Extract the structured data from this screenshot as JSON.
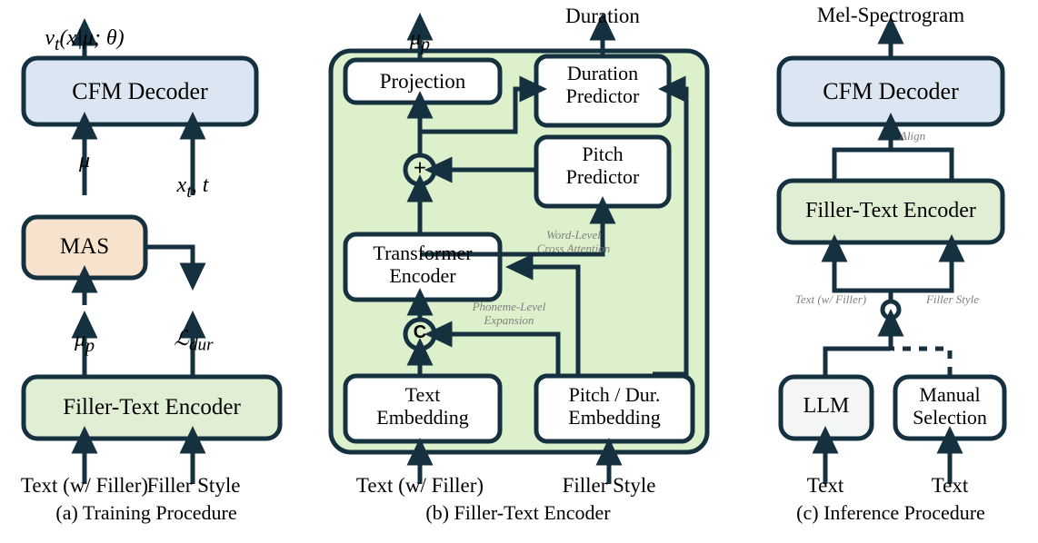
{
  "figure": {
    "title": "Filler-Text Encoder TTS architecture diagram",
    "colors": {
      "stroke": "#15303f",
      "decoder_fill": "#dce6f2",
      "mas_fill": "#f7e2cd",
      "encoder_fill": "#e0efd3",
      "panel_fill": "#dcf0cb",
      "plain_fill": "#ffffff",
      "llm_fill": "#f4f5f5",
      "annotation_text": "#808080",
      "text": "#000000"
    }
  },
  "panel_a": {
    "caption": "(a) Training Procedure",
    "boxes": {
      "cfm_decoder": "CFM Decoder",
      "mas": "MAS",
      "filler_text_encoder": "Filler-Text Encoder"
    },
    "labels": {
      "output": "vₜ(x|μ; θ)",
      "mu": "μ",
      "xt_t": "xₜ, t",
      "mu_p": "μₚ",
      "l_dur": "ℒ_dur",
      "input_text": "Text (w/ Filler)",
      "input_style": "Filler Style"
    }
  },
  "panel_b": {
    "caption": "(b) Filler-Text Encoder",
    "boxes": {
      "projection": "Projection",
      "duration_predictor": "Duration\nPredictor",
      "pitch_predictor": "Pitch\nPredictor",
      "transformer_encoder": "Transformer\nEncoder",
      "text_embedding": "Text\nEmbedding",
      "pitch_dur_embedding": "Pitch / Dur.\nEmbedding"
    },
    "nodes": {
      "add": "+",
      "concat": "C"
    },
    "labels": {
      "out_mu_p": "μₚ",
      "out_duration": "Duration",
      "input_text": "Text (w/ Filler)",
      "input_style": "Filler Style"
    },
    "annotations": {
      "word_level": "Word-Level\nCross Attention",
      "phoneme_level": "Phoneme-Level\nExpansion"
    }
  },
  "panel_c": {
    "caption": "(c) Inference Procedure",
    "boxes": {
      "cfm_decoder": "CFM Decoder",
      "filler_text_encoder": "Filler-Text Encoder",
      "llm": "LLM",
      "manual_selection": "Manual\nSelection"
    },
    "labels": {
      "output": "Mel-Spectrogram",
      "input_llm": "Text",
      "input_manual": "Text"
    },
    "annotations": {
      "align": "Align",
      "text_w_filler": "Text (w/ Filler)",
      "filler_style": "Filler Style"
    }
  }
}
